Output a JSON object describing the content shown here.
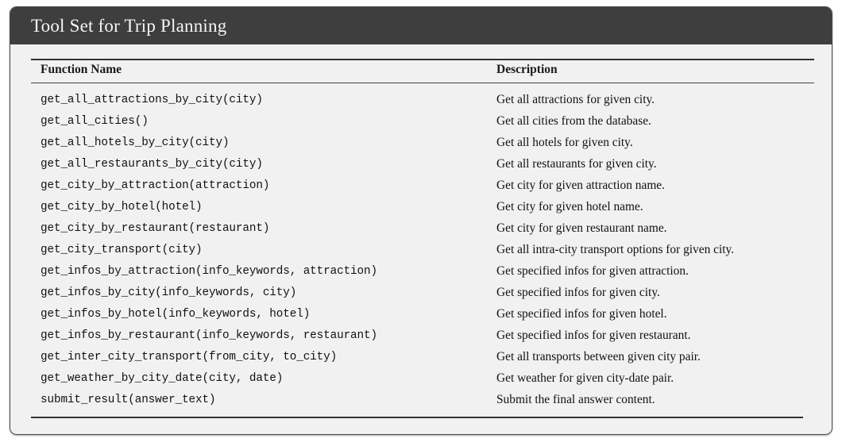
{
  "card": {
    "title": "Tool Set for Trip Planning",
    "header_bg": "#3e3e3e",
    "body_bg": "#f1f1f1",
    "border_color": "#4a4a4a"
  },
  "table": {
    "columns": {
      "function_name": "Function Name",
      "description": "Description"
    },
    "rows": [
      {
        "function": "get_all_attractions_by_city(city)",
        "description": "Get all attractions for given city."
      },
      {
        "function": "get_all_cities()",
        "description": "Get all cities from the database."
      },
      {
        "function": "get_all_hotels_by_city(city)",
        "description": "Get all hotels for given city."
      },
      {
        "function": "get_all_restaurants_by_city(city)",
        "description": "Get all restaurants for given city."
      },
      {
        "function": "get_city_by_attraction(attraction)",
        "description": "Get city for given attraction name."
      },
      {
        "function": "get_city_by_hotel(hotel)",
        "description": "Get city for given hotel name."
      },
      {
        "function": "get_city_by_restaurant(restaurant)",
        "description": "Get city for given restaurant name."
      },
      {
        "function": "get_city_transport(city)",
        "description": "Get all intra-city transport options for given city."
      },
      {
        "function": "get_infos_by_attraction(info_keywords, attraction)",
        "description": "Get specified infos for given attraction."
      },
      {
        "function": "get_infos_by_city(info_keywords, city)",
        "description": "Get specified infos for given city."
      },
      {
        "function": "get_infos_by_hotel(info_keywords, hotel)",
        "description": "Get specified infos for given hotel."
      },
      {
        "function": "get_infos_by_restaurant(info_keywords, restaurant)",
        "description": "Get specified infos for given restaurant."
      },
      {
        "function": "get_inter_city_transport(from_city, to_city)",
        "description": "Get all transports between given city pair."
      },
      {
        "function": "get_weather_by_city_date(city, date)",
        "description": "Get weather for given city-date pair."
      },
      {
        "function": "submit_result(answer_text)",
        "description": "Submit the final answer content."
      }
    ]
  }
}
